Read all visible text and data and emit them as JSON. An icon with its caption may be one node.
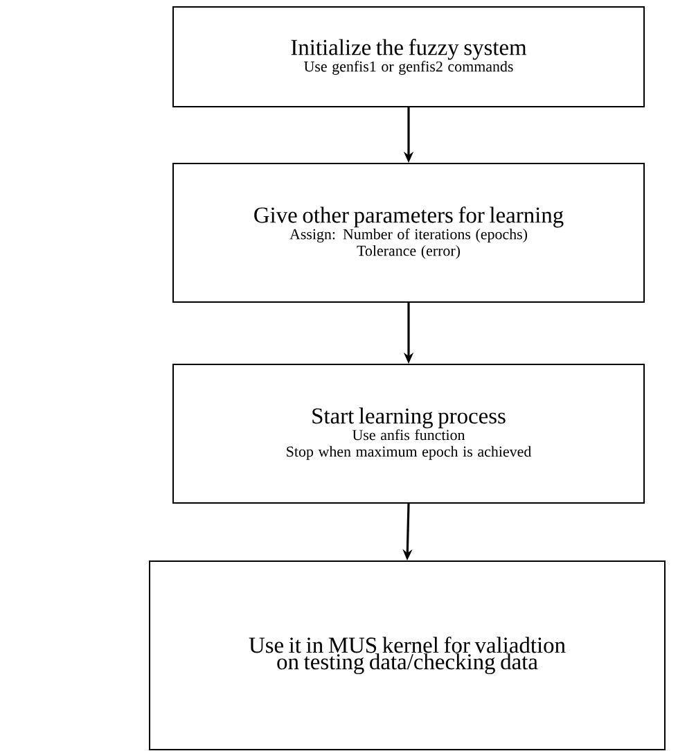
{
  "diagram": {
    "nodes": [
      {
        "text": [
          "Initialize the fuzzy system",
          "Use genfis1  or  genfis2 commands"
        ]
      },
      {
        "text": [
          "Give other parameters for learning",
          "Assign: Number of iterations (epochs)",
          "Tolerance (error)"
        ]
      },
      {
        "text": [
          "Start learning process",
          "Use anfis function",
          "Stop when maximum epoch is achieved"
        ]
      },
      {
        "text": [
          "Use it in MUS kernel for valiadtion on testing data/checking data"
        ]
      }
    ],
    "edges": [
      {
        "from": 0,
        "to": 1,
        "arrow": "to"
      },
      {
        "from": 1,
        "to": 2,
        "arrow": "to"
      },
      {
        "from": 2,
        "to": 3,
        "arrow": "to"
      }
    ]
  }
}
